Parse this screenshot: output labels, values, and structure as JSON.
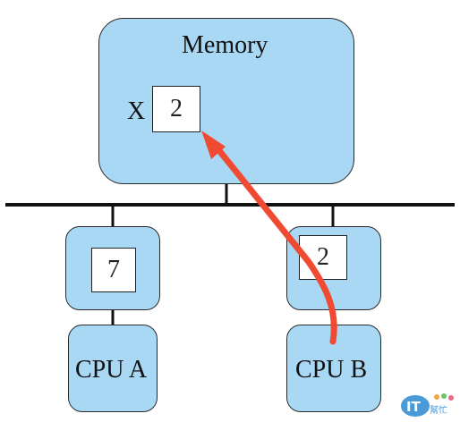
{
  "memory": {
    "title": "Memory",
    "var_name": "X",
    "value": "2"
  },
  "cpu_a": {
    "label": "CPU A",
    "cache_value": "7"
  },
  "cpu_b": {
    "label": "CPU B",
    "cache_value": "2"
  },
  "colors": {
    "box_fill": "#a8d8f4",
    "arrow": "#f04a32",
    "bus": "#111111"
  },
  "watermark": {
    "text": "IT",
    "subtext": "幫忙"
  }
}
